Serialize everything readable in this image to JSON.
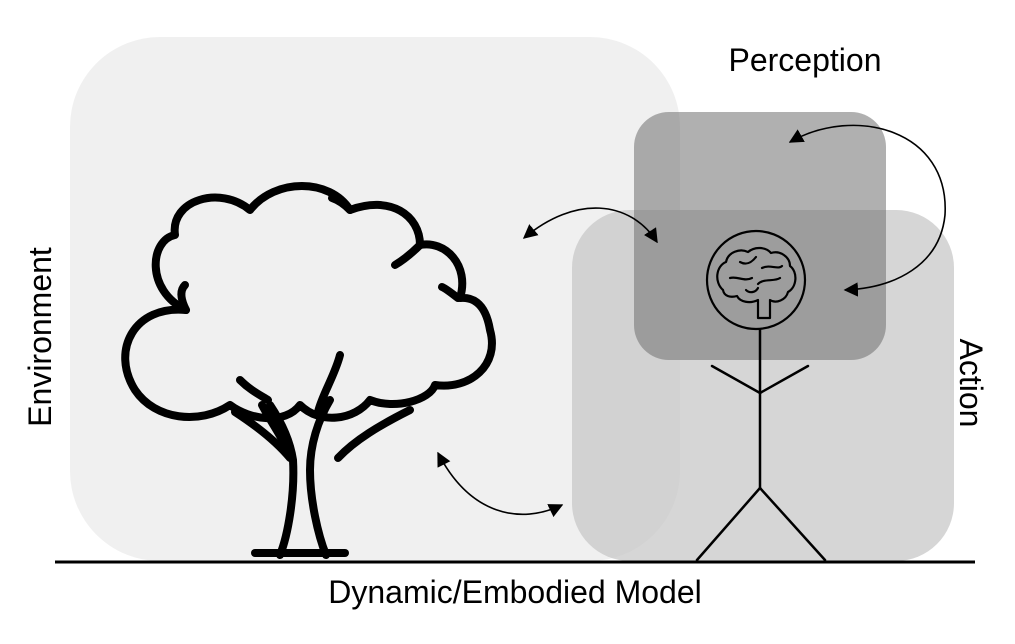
{
  "labels": {
    "perception": "Perception",
    "environment": "Environment",
    "action": "Action",
    "model": "Dynamic/Embodied Model"
  },
  "colors": {
    "environment_fill": "#f0f0f0",
    "action_fill": "#d4d4d4",
    "perception_fill": "#8f8f8f",
    "stroke": "#000000",
    "background": "#ffffff"
  },
  "icons": [
    "tree-icon",
    "brain-icon",
    "stick-figure-icon"
  ]
}
